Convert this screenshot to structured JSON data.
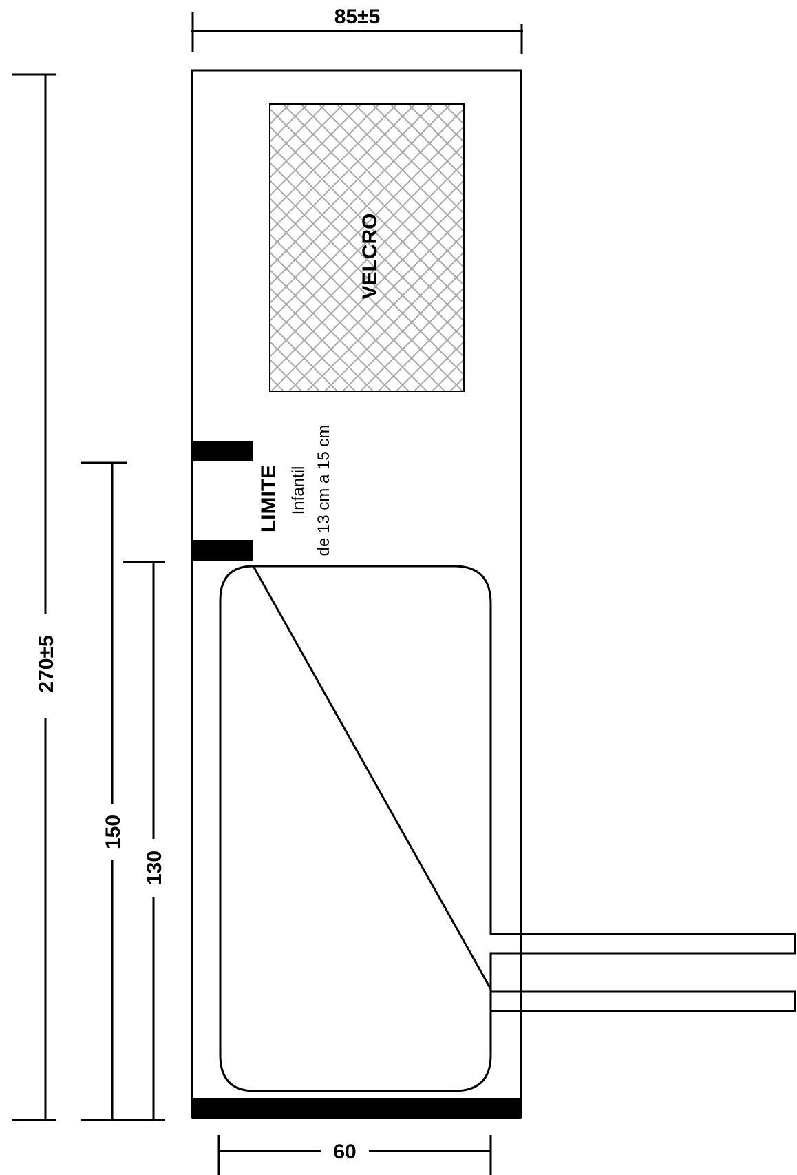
{
  "dimensions": {
    "width": "85±5",
    "height": "270±5",
    "limit_upper": "150",
    "limit_lower": "130",
    "inner_width": "60"
  },
  "labels": {
    "velcro": "VELCRO",
    "limite": "LIMITE",
    "infantil_line1": "Infantil",
    "infantil_line2": "de 13 cm a 15 cm"
  },
  "colors": {
    "line": "#000000",
    "mesh": "#b0b0b0",
    "background": "#ffffff"
  }
}
